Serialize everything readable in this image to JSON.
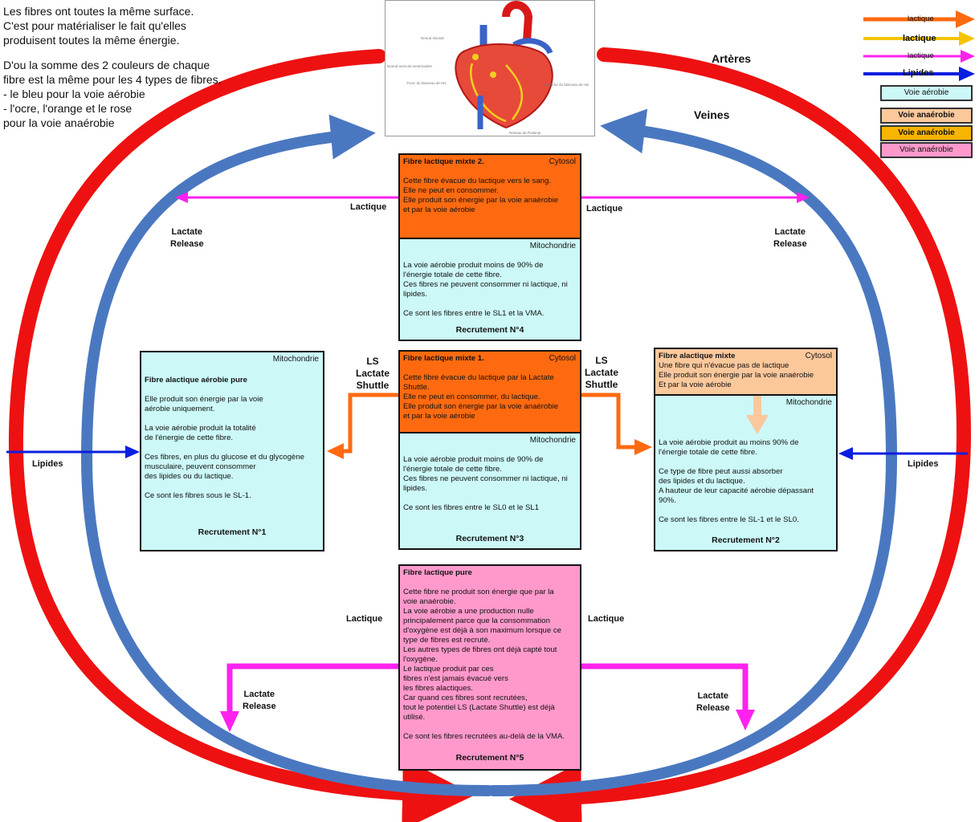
{
  "intro": {
    "paragraph1": "Les fibres ont toutes la même surface.\nC'est pour matérialiser le fait qu'elles\nproduisent toutes la même énergie.",
    "paragraph2": "D'ou la somme des 2 couleurs de chaque\nfibre est la même pour les 4 types de fibres,\n- le bleu pour la voie aérobie\n- l'ocre, l'orange et le rose\npour la voie anaérobie"
  },
  "legend": {
    "arrow1": "lactique",
    "arrow2": "lactique",
    "arrow3": "lactique",
    "arrow4": "Lipides",
    "box1": "Voie aérobie",
    "box2": "Voie anaérobie",
    "box3": "Voie anaérobie",
    "box4": "Voie anaérobie"
  },
  "labels": {
    "arteres": "Artères",
    "veines": "Veines",
    "lactique_top_left": "Lactique",
    "lactique_top_right": "Lactique",
    "lactate_release_tl": "Lactate\nRelease",
    "lactate_release_tr": "Lactate\nRelease",
    "ls_left": "LS\nLactate\nShuttle",
    "ls_right": "LS\nLactate\nShuttle",
    "lipides_left": "Lipides",
    "lipides_right": "Lipides",
    "lactique_bottom_left": "Lactique",
    "lactique_bottom_right": "Lactique",
    "lactate_release_bl": "Lactate\nRelease",
    "lactate_release_br": "Lactate\nRelease"
  },
  "heart_labels": {
    "l1": "Noeud sinusal",
    "l2": "Noeud auriculo-ventriculaire",
    "l3": "Tronc du faisceau de His",
    "l4": "Branche du faisceau de His",
    "l5": "Réseau de Purkinje"
  },
  "fibers": {
    "f4": {
      "title": "Fibre lactique mixte 2.",
      "cytosol": "Cytosol",
      "top_text": "Cette fibre évacue du lactique vers le sang.\nElle ne peut en consommer.\nElle produit son énergie par la voie anaérobie\net par la voie aérobie",
      "mito": "Mitochondrie",
      "bottom_text": "La voie aérobie produit moins de 90% de\nl'énergie totale de cette fibre.\nCes fibres ne peuvent consommer ni lactique, ni\nlipides.\n\nCe sont les fibres entre le SL1 et la VMA.",
      "recruit": "Recrutement N°4"
    },
    "f3": {
      "title": "Fibre lactique mixte 1.",
      "cytosol": "Cytosol",
      "top_text": "Cette fibre évacue du lactique par la Lactate\nShuttle.\nElle ne peut en consommer, du lactique.\nElle produit son énergie par la voie anaérobie\net par la voie aérobie",
      "mito": "Mitochondrie",
      "bottom_text": "La voie aérobie produit moins de 90% de\nl'énergie totale de cette fibre.\nCes fibres ne peuvent consommer ni lactique, ni\nlipides.\n\nCe sont les fibres entre le SL0 et le SL1",
      "recruit": "Recrutement N°3"
    },
    "f1": {
      "mito": "Mitochondrie",
      "title": "Fibre alactique aérobie pure",
      "text": "Elle produit son énergie par la voie\naérobie uniquement.\n\nLa voie aérobie produit la totalité\nde l'énergie de cette fibre.\n\nCes fibres, en plus du glucose et du glycogène\nmusculaire, peuvent consommer\ndes lipides ou du lactique.\n\nCe sont les fibres sous le SL-1.",
      "recruit": "Recrutement N°1"
    },
    "f2": {
      "title": "Fibre alactique mixte",
      "cytosol": "Cytosol",
      "top_text": "Une fibre qui n'évacue pas de lactique\nElle produit son énergie par la voie anaérobie\nEt par la voie aérobie",
      "mito": "Mitochondrie",
      "bottom_text": "La voie aérobie produit au moins 90% de\nl'énergie totale de cette fibre.\n\nCe type de fibre peut aussi absorber\n des lipides et du lactique.\nA hauteur de leur capacité aérobie dépassant\n90%.\n\nCe sont les fibres entre le SL-1 et le SL0.",
      "recruit": "Recrutement N°2"
    },
    "f5": {
      "title": "Fibre lactique pure",
      "text": "Cette fibre ne produit son énergie que par la\nvoie anaérobie.\nLa voie aérobie a une production nulle\nprincipalement parce que la consommation\nd'oxygène est déjà à son maximum lorsque ce\ntype de fibres est recruté.\nLes autres types de fibres ont déjà capté tout\nl'oxygène.\nLe lactique produit par ces\nfibres n'est jamais évacué vers\nles fibres alactiques.\nCar quand ces fibres sont recrutées,\ntout le potentiel LS (Lactate Shuttle) est déjà\nutilisé.\n\nCe sont les fibres recrutées au-delà de la VMA.",
      "recruit": "Recrutement N°5"
    }
  },
  "colors": {
    "artery_red": "#ee1111",
    "vein_blue": "#4a78c0",
    "orange": "#ff6a10",
    "yellow": "#f5c400",
    "magenta": "#ff22ee",
    "lipid_blue": "#0a1ee0",
    "aerobic_cyan": "#ccf8f8",
    "anaerobic_peach": "#fbc89c",
    "anaerobic_orange": "#ff6a10",
    "anaerobic_gold": "#f7b500",
    "anaerobic_pink": "#ff99cc"
  }
}
